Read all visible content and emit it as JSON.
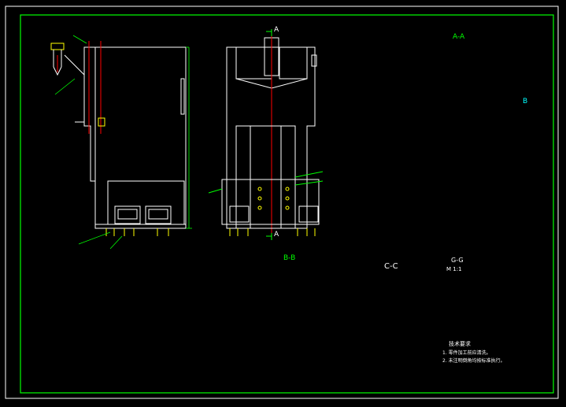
{
  "view_labels": {
    "top_section": "A",
    "bottom_section": "A",
    "section_aa": "A-A",
    "section_bb": "B-B",
    "section_cc": "C-C",
    "detail_gg": "G-G",
    "detail_scale": "M 1:1",
    "marker_b": "B"
  },
  "notes": {
    "title": "技术要求",
    "line1": "1. 零件加工前应清洗。",
    "line2": "2. 未注明倒角均按标准执行。"
  },
  "colors": {
    "background": "#000000",
    "frame": "#00ff00",
    "outline": "#ffffff",
    "centerline": "#ff0000",
    "dimension": "#00ff00",
    "hatch": "#ff00ff",
    "accent": "#ffff00",
    "annotation": "#00ffff"
  },
  "ucs_icon": "ucs-axis-icon"
}
